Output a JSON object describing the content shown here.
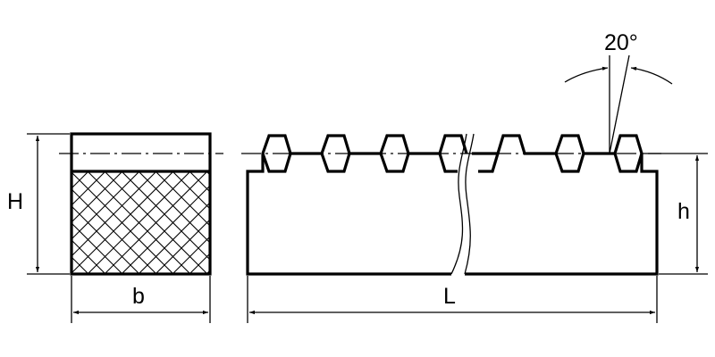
{
  "drawing": {
    "labels": {
      "height_total": "H",
      "width": "b",
      "height_pitch": "h",
      "length": "L",
      "pressure_angle": "20°"
    },
    "colors": {
      "line": "#000000",
      "background": "#ffffff"
    }
  }
}
